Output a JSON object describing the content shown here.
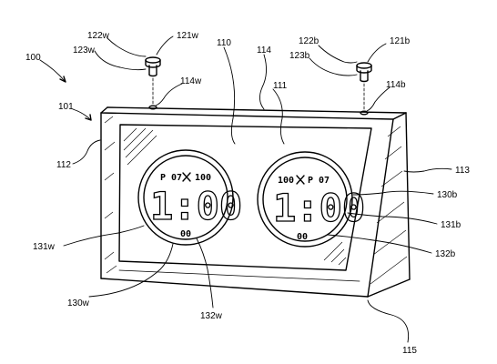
{
  "figure": {
    "labels": {
      "r100": "100",
      "r101": "101",
      "r110": "110",
      "r111": "111",
      "r112": "112",
      "r113": "113",
      "r114": "114",
      "r114w": "114w",
      "r114b": "114b",
      "r115": "115",
      "r121w": "121w",
      "r122w": "122w",
      "r123w": "123w",
      "r121b": "121b",
      "r122b": "122b",
      "r123b": "123b",
      "r130w": "130w",
      "r131w": "131w",
      "r132w": "132w",
      "r130b": "130b",
      "r131b": "131b",
      "r132b": "132b"
    },
    "white_display": {
      "time": "1:00",
      "top_left": "P 07",
      "top_right": "100",
      "bottom": "00"
    },
    "black_display": {
      "time": "1:00",
      "top_left": "100",
      "top_right": "P 07",
      "bottom": "00"
    }
  }
}
